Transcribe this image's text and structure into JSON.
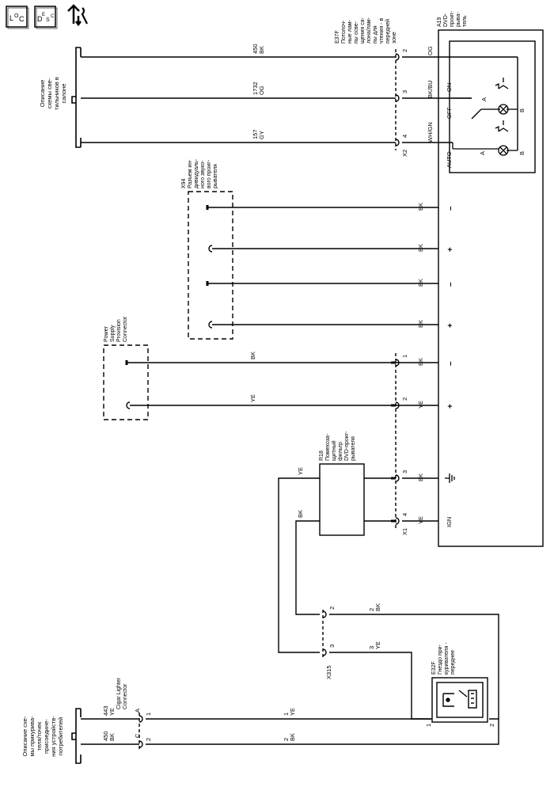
{
  "icons": {
    "loc": "LOC",
    "desc": "DESC",
    "nav_icon": "arrows-wrench-icon"
  },
  "header": {
    "loc_l": "L",
    "loc_o": "O",
    "loc_c": "C",
    "desc_d": "D",
    "desc_e": "E",
    "desc_s": "S",
    "desc_c": "C"
  },
  "left_refs": {
    "interior_lights": [
      "Описание",
      "схемы све-",
      "тильников в",
      "салоне"
    ],
    "cigar_power": [
      "Описание схе-",
      "мы прикурива-",
      "теля/точек",
      "присоедине-",
      "ния устройств-",
      "потребителей"
    ]
  },
  "components": {
    "e37f": [
      "E37F",
      "Потолоч-",
      "ные лам-",
      "пы осве-",
      "щения са-",
      "лона/лам-",
      "пы для",
      "чтения - в",
      "передней",
      "зоне"
    ],
    "a19": [
      "A19",
      "DVD-",
      "проиг-",
      "рыва-",
      "тель"
    ],
    "x94": [
      "X94",
      "Разъем ин-",
      "дивидуаль-",
      "ного звуко-",
      "вого проиг-",
      "рывателя"
    ],
    "psp": [
      "Power",
      "Supply",
      "Provision",
      "Connector"
    ],
    "r18": [
      "R18",
      "Помехоза-",
      "щитный",
      "фильтр",
      "DVD-проиг-",
      "рывателя"
    ],
    "e32f": [
      "E32F",
      "Гнездо при-",
      "куривателя -",
      "переднее"
    ],
    "cigar_conn": [
      "Cigar Lighter",
      "Connector"
    ]
  },
  "connectors": {
    "x2": "X2",
    "x1": "X1",
    "x315": "X315"
  },
  "switch": {
    "on": "ON",
    "off": "OFF",
    "auto": "AUTO",
    "a": "A",
    "b": "B"
  },
  "wires": {
    "w450": {
      "circuit": "450",
      "color": "BK"
    },
    "w1732": {
      "circuit": "1732",
      "color": "OG"
    },
    "w157": {
      "circuit": "157",
      "color": "GY"
    },
    "w443": {
      "circuit": "443",
      "color": "YE"
    },
    "w450b": {
      "circuit": "450",
      "color": "BK"
    },
    "x2pins": [
      {
        "pin": "2",
        "color": "OG"
      },
      {
        "pin": "3",
        "color": "BK/BU"
      },
      {
        "pin": "4",
        "color": "WH/GN"
      }
    ],
    "x1pins": [
      {
        "pin": "1",
        "color": "BK",
        "sign": "–"
      },
      {
        "pin": "2",
        "color": "YE",
        "sign": "+"
      },
      {
        "pin": "3",
        "color": "BK",
        "sign": "⏚"
      },
      {
        "pin": "4",
        "color": "YE",
        "sign": "IGN"
      }
    ],
    "x94wires": [
      {
        "color": "BK",
        "sign": "–"
      },
      {
        "color": "BK",
        "sign": "+"
      },
      {
        "color": "BK",
        "sign": "–"
      },
      {
        "color": "BK",
        "sign": "+"
      }
    ],
    "psp_bk": "BK",
    "psp_ye": "YE",
    "r18_ye": "YE",
    "r18_bk": "BK",
    "x315_2": {
      "pin": "2",
      "color": "BK"
    },
    "x315_3": {
      "pin": "3",
      "color": "YE"
    },
    "cig_a": {
      "pin": "A",
      "num": "1",
      "color": "YE"
    },
    "cig_c": {
      "pin": "C",
      "num": "2",
      "color": "BK"
    },
    "e32f_pins": [
      "1",
      "2"
    ]
  }
}
